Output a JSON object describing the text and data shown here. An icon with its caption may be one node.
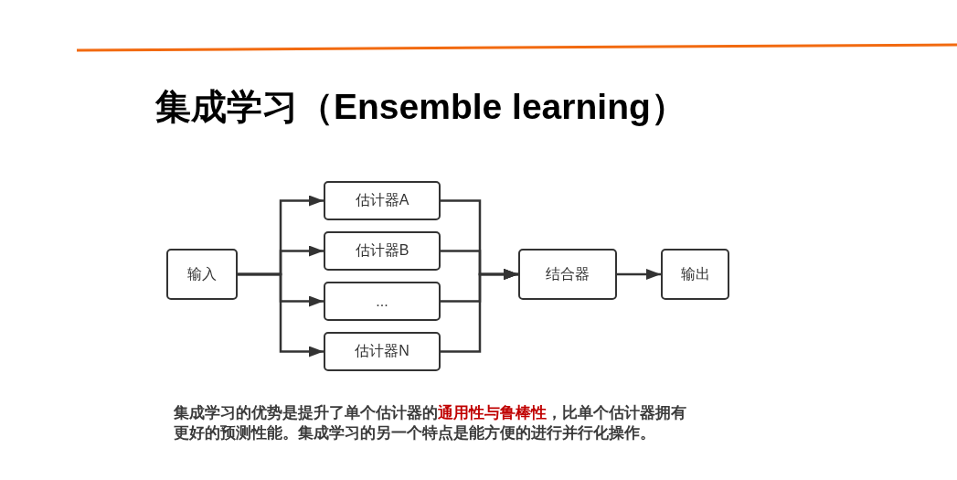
{
  "diagram": {
    "title": "集成学习（Ensemble learning）",
    "nodes": [
      {
        "text": [
          "输入"
        ]
      },
      {
        "text": [
          "估计器A"
        ]
      },
      {
        "text": [
          "估计器B"
        ]
      },
      {
        "text": [
          "..."
        ]
      },
      {
        "text": [
          "估计器N"
        ]
      },
      {
        "text": [
          "结合器"
        ]
      },
      {
        "text": [
          "输出"
        ]
      }
    ],
    "edges": [
      {
        "from": 0,
        "to": 1,
        "arrow": "to"
      },
      {
        "from": 0,
        "to": 2,
        "arrow": "to"
      },
      {
        "from": 0,
        "to": 3,
        "arrow": "to"
      },
      {
        "from": 0,
        "to": 4,
        "arrow": "to"
      },
      {
        "from": 1,
        "to": 5,
        "arrow": "to"
      },
      {
        "from": 2,
        "to": 5,
        "arrow": "to"
      },
      {
        "from": 3,
        "to": 5,
        "arrow": "to"
      },
      {
        "from": 4,
        "to": 5,
        "arrow": "to"
      },
      {
        "from": 5,
        "to": 6,
        "arrow": "to"
      }
    ],
    "caption": "集成学习的优势是提升了单个估计器的**通用性与鲁棒性**，比单个估计器拥有更好的预测性能。集成学习的另一个特点是能方便的进行并行化操作。"
  }
}
